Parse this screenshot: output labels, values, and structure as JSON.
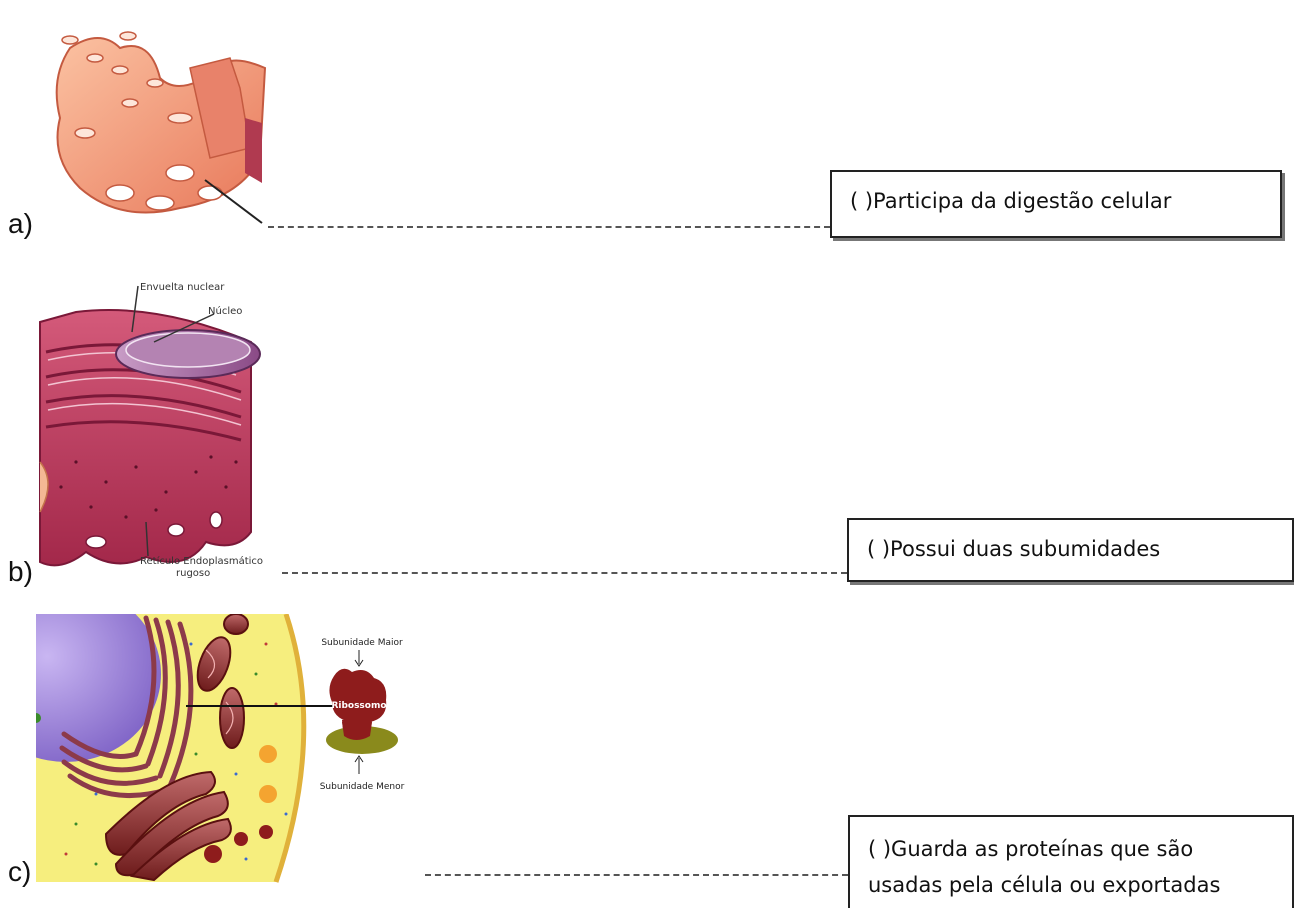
{
  "items": [
    {
      "letter": "a)",
      "statement": "(   )Participa da digestão celular"
    },
    {
      "letter": "b)",
      "statement": "(   )Possui duas subumidades",
      "figure_labels": {
        "envelope": "Envuelta nuclear",
        "nucleus": "Núcleo",
        "rer_line1": "Retículo Endoplasmático",
        "rer_line2": "rugoso"
      }
    },
    {
      "letter": "c)",
      "statement_line1": "(   )Guarda as proteínas que são",
      "statement_line2": "usadas pela célula ou exportadas",
      "figure_labels": {
        "large_subunit": "Subunidade Maior",
        "ribosome": "Ribossomo",
        "small_subunit": "Subunidade Menor"
      }
    }
  ],
  "colors": {
    "golgi": "#f4a07e",
    "rer": "#b9355a",
    "cytoplasm": "#f7f08a",
    "ribosome": "#8e1c1c",
    "small_subunit": "#8a8a1c"
  }
}
